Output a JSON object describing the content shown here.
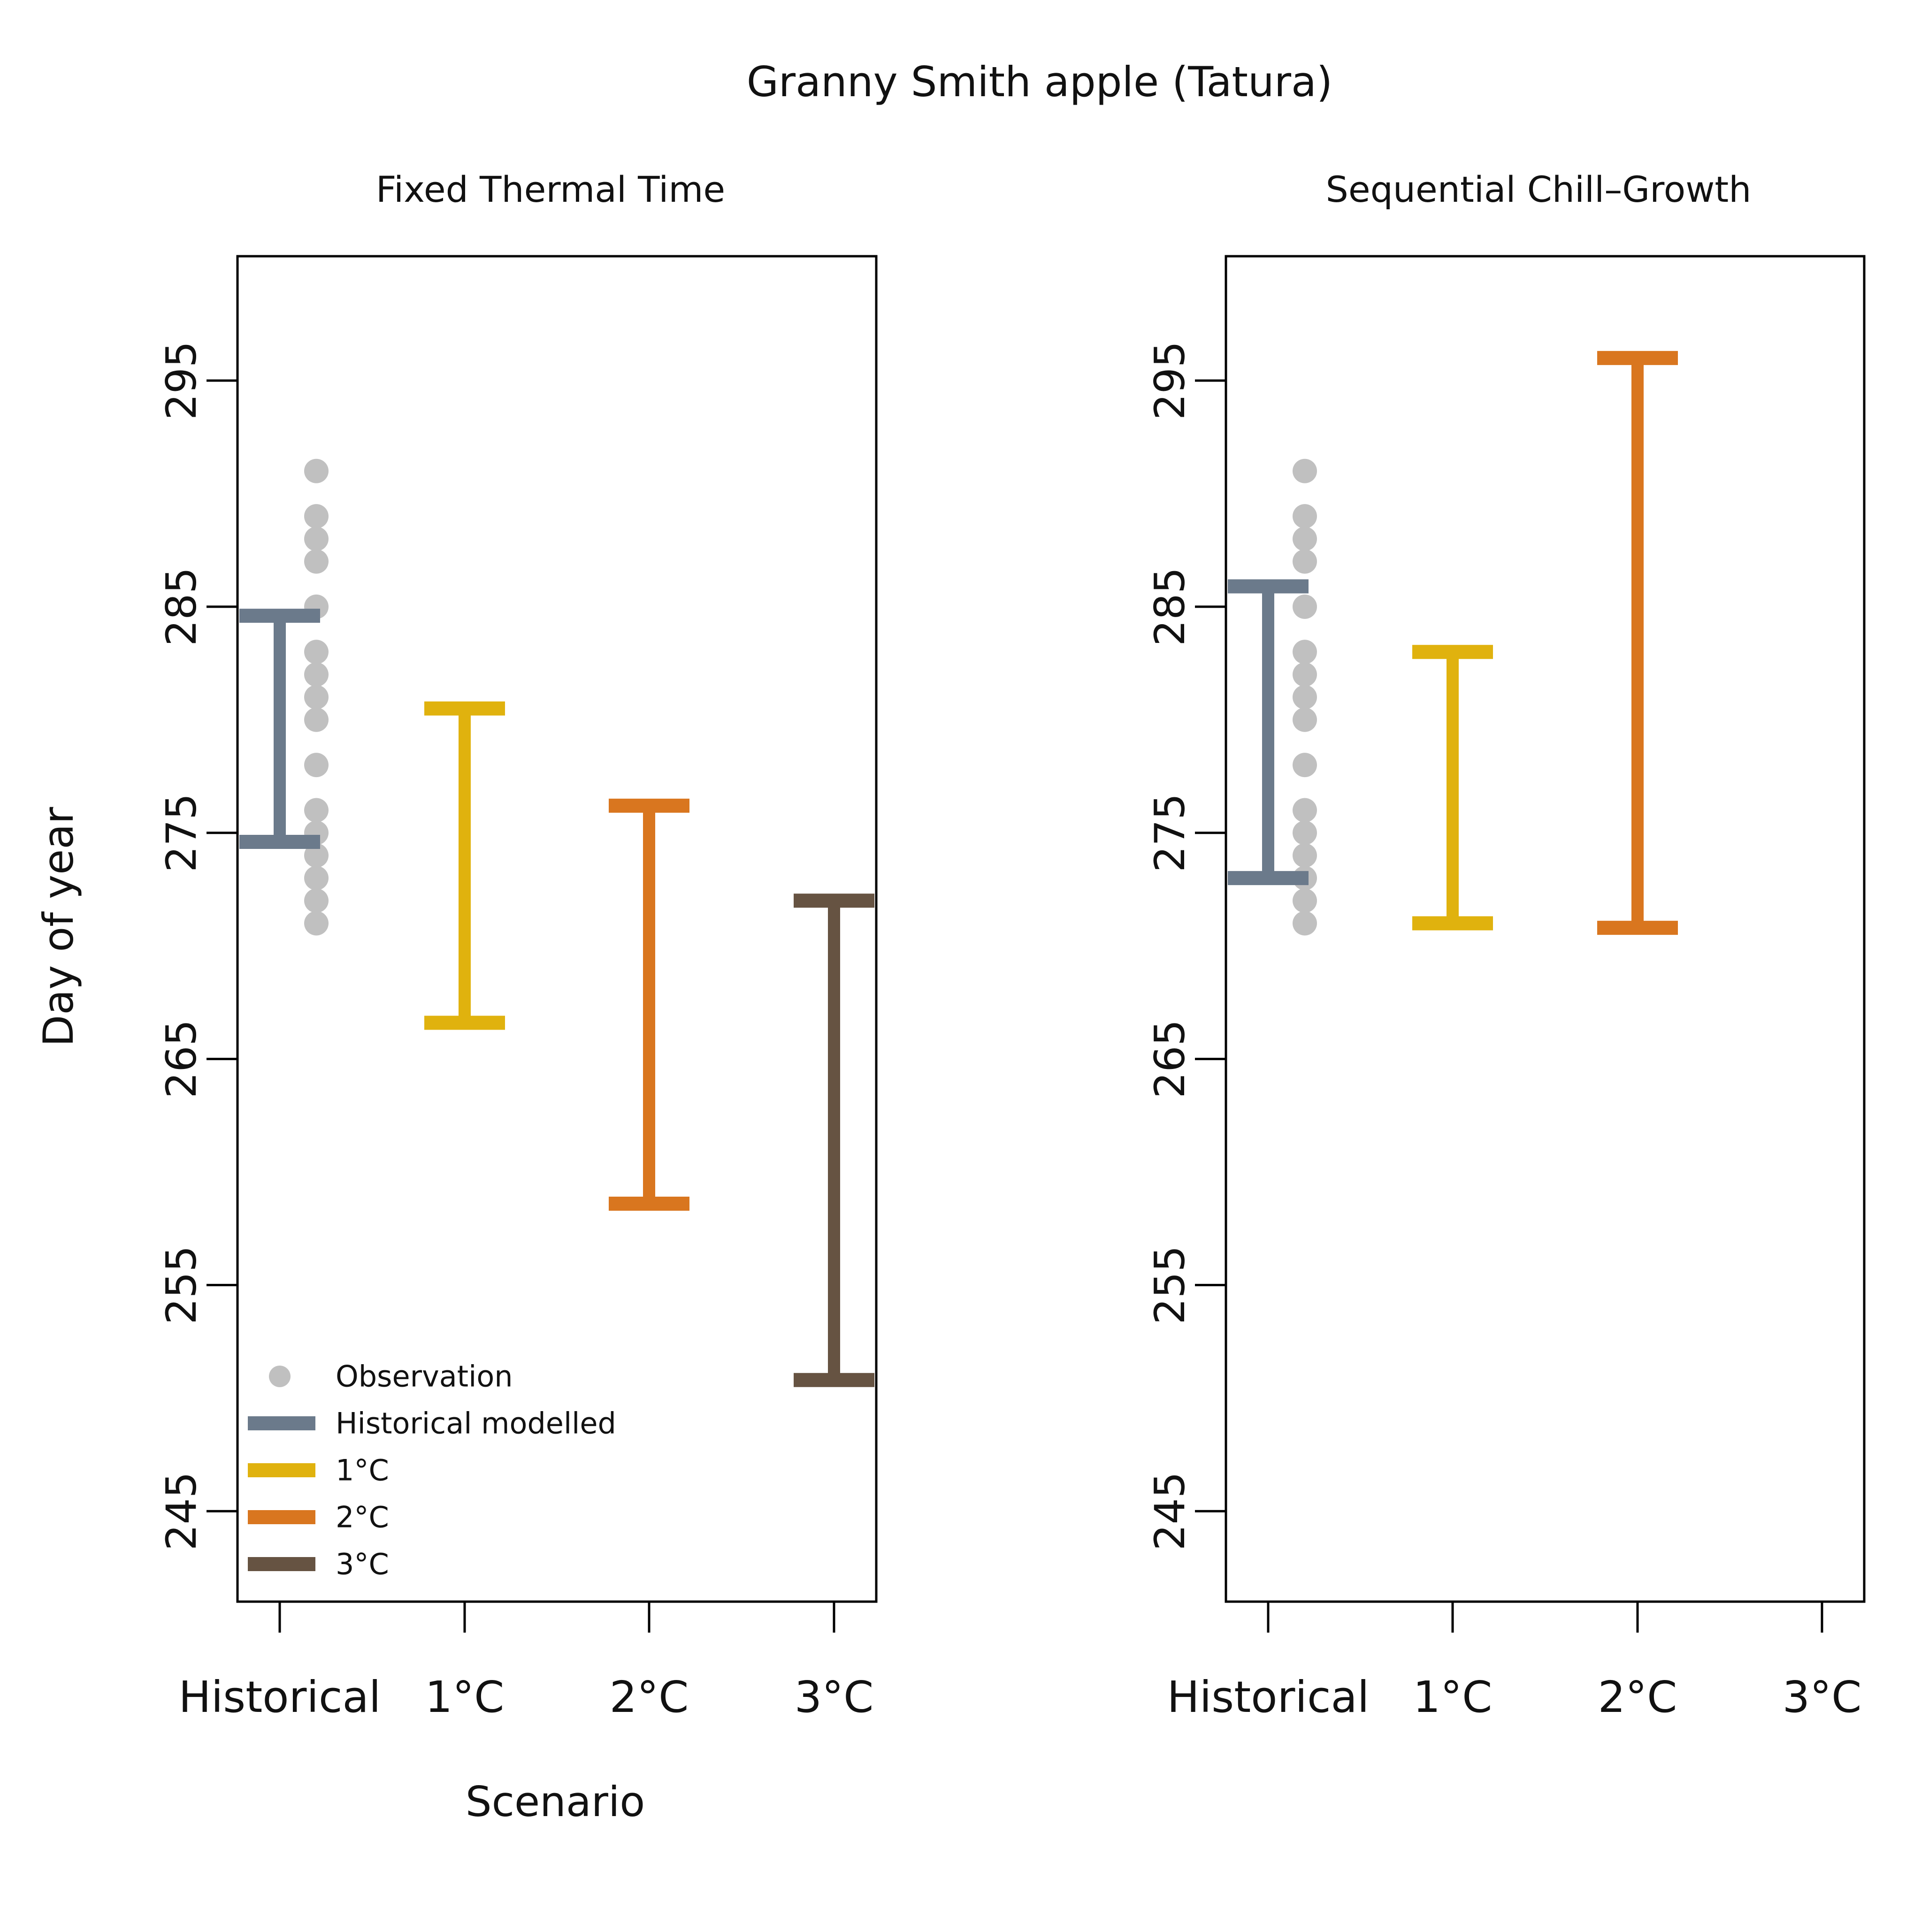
{
  "title": "Granny Smith apple (Tatura)",
  "ylabel": "Day of year",
  "xlabel": "Scenario",
  "chart_data": [
    {
      "type": "errorbar",
      "title": "Fixed Thermal Time",
      "xlabel": "Scenario",
      "ylabel": "Day of year",
      "ylim": [
        241,
        300.5
      ],
      "yticks": [
        "245",
        "255",
        "265",
        "275",
        "285",
        "295"
      ],
      "categories": [
        "Historical",
        "1°C",
        "2°C",
        "3°C"
      ],
      "series": [
        {
          "name": "Historical modelled",
          "color": "#6b7a8b",
          "low": 274.6,
          "high": 284.6
        },
        {
          "name": "1°C",
          "color": "#e0b20e",
          "low": 266.6,
          "high": 280.5
        },
        {
          "name": "2°C",
          "color": "#d9761f",
          "low": 258.6,
          "high": 276.2
        },
        {
          "name": "3°C",
          "color": "#665342",
          "low": 250.8,
          "high": 272.0
        }
      ],
      "observations": [
        291,
        289,
        288,
        287,
        285,
        283,
        282,
        281,
        280,
        278,
        276,
        275,
        274,
        273,
        272,
        271
      ],
      "observation_color": "#c0c0c0",
      "legend": {
        "placement": "bottom-left",
        "items": [
          {
            "label": "Observation",
            "kind": "point",
            "color": "#c0c0c0"
          },
          {
            "label": "Historical modelled",
            "kind": "line",
            "color": "#6b7a8b"
          },
          {
            "label": "1°C",
            "kind": "line",
            "color": "#e0b20e"
          },
          {
            "label": "2°C",
            "kind": "line",
            "color": "#d9761f"
          },
          {
            "label": "3°C",
            "kind": "line",
            "color": "#665342"
          }
        ]
      }
    },
    {
      "type": "errorbar",
      "title": "Sequential Chill–Growth",
      "xlabel": "",
      "ylabel": "",
      "ylim": [
        241,
        300.5
      ],
      "yticks": [
        "245",
        "255",
        "265",
        "275",
        "285",
        "295"
      ],
      "categories": [
        "Historical",
        "1°C",
        "2°C",
        "3°C"
      ],
      "series": [
        {
          "name": "Historical modelled",
          "color": "#6b7a8b",
          "low": 273.0,
          "high": 285.9
        },
        {
          "name": "1°C",
          "color": "#e0b20e",
          "low": 271.0,
          "high": 283.0
        },
        {
          "name": "2°C",
          "color": "#d9761f",
          "low": 270.8,
          "high": 296.0
        }
      ],
      "observations": [
        291,
        289,
        288,
        287,
        285,
        283,
        282,
        281,
        280,
        278,
        276,
        275,
        274,
        273,
        272,
        271
      ],
      "observation_color": "#c0c0c0"
    }
  ]
}
